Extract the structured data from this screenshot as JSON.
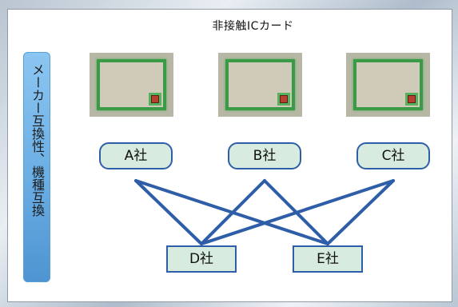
{
  "title": "非接触ICカード",
  "sidebar": {
    "label": "メーカー互換性、機種互換"
  },
  "cards": [
    {
      "name": "card-1"
    },
    {
      "name": "card-2"
    },
    {
      "name": "card-3"
    }
  ],
  "companies": {
    "a": "A社",
    "b": "B社",
    "c": "C社",
    "d": "D社",
    "e": "E社"
  },
  "colors": {
    "accent": "#2f5ea8",
    "company_fill": "#d7ecdf",
    "card_border": "#3a9a48",
    "sidebar": "#6aaee4"
  }
}
